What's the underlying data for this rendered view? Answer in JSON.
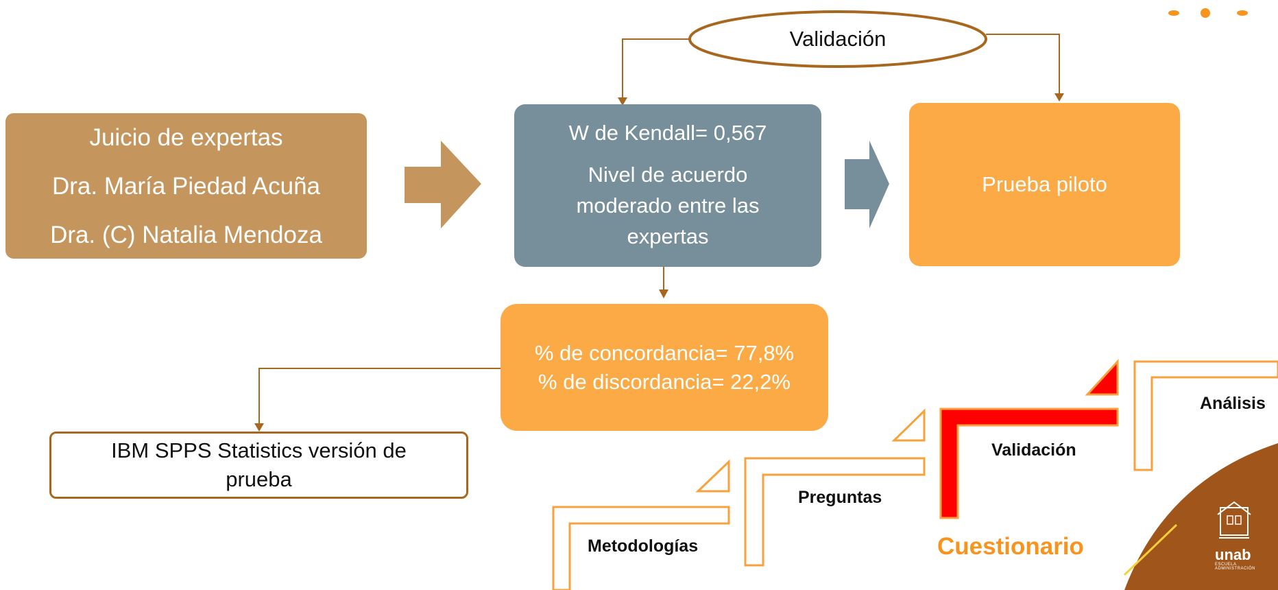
{
  "validation": {
    "label": "Validación"
  },
  "experts": {
    "title": "Juicio de expertas",
    "member_1": "Dra. María Piedad Acuña",
    "member_2": "Dra. (C) Natalia Mendoza"
  },
  "kendall": {
    "value": "W de Kendall= 0,567",
    "interpretation": "Nivel de acuerdo moderado entre las expertas"
  },
  "pilot": {
    "label": "Prueba piloto"
  },
  "agreement": {
    "concordance": "% de concordancia= 77,8%",
    "discordance": "% de discordancia= 22,2%"
  },
  "software": {
    "label": "IBM SPPS Statistics versión de prueba"
  },
  "stairs": {
    "step_1": "Metodologías",
    "step_2": "Preguntas",
    "step_3": "Validación",
    "step_4": "Análisis",
    "caption": "Cuestionario"
  },
  "logo": {
    "text": "unab",
    "subtext": "ESCUELA ADMINISTRACIÓN"
  },
  "colors": {
    "experts": "#C4965E",
    "kendall": "#778F9B",
    "orange": "#FBAA45",
    "connector": "#A8671E",
    "stair_active": "#FF0000",
    "brand": "#A0561A"
  }
}
